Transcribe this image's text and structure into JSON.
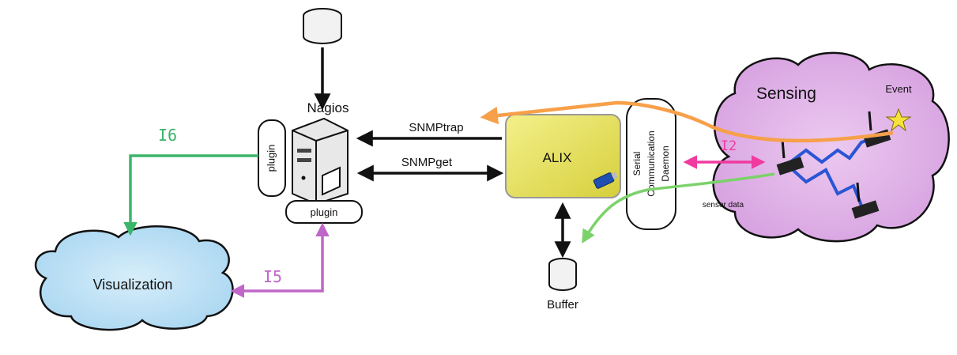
{
  "nodes": {
    "nagios": "Nagios",
    "plugin_vertical": "plugin",
    "plugin_horizontal": "plugin",
    "alix": "ALIX",
    "daemon_line1": "Serial",
    "daemon_line2": "Communication",
    "daemon_line3": "Daemon",
    "sensing": "Sensing",
    "event": "Event",
    "visualization": "Visualization",
    "buffer": "Buffer"
  },
  "links": {
    "snmptrap": "SNMPtrap",
    "snmpget": "SNMPget",
    "i6": "I6",
    "i5": "I5",
    "i2": "I2",
    "sensor_data": "sensor data"
  },
  "colors": {
    "green": "#3bb56a",
    "magenta": "#c066c8",
    "pink": "#f03aa0",
    "orange": "#f7a04a",
    "blue": "#2a55d4",
    "alix_fill": "#e9e46a",
    "sensing_fill": "#e3b4ea",
    "visualization_fill": "#bfe2f6"
  },
  "icons": [
    "database-icon",
    "server-icon",
    "star-icon",
    "sensor-node-icon",
    "usb-stick-icon"
  ]
}
